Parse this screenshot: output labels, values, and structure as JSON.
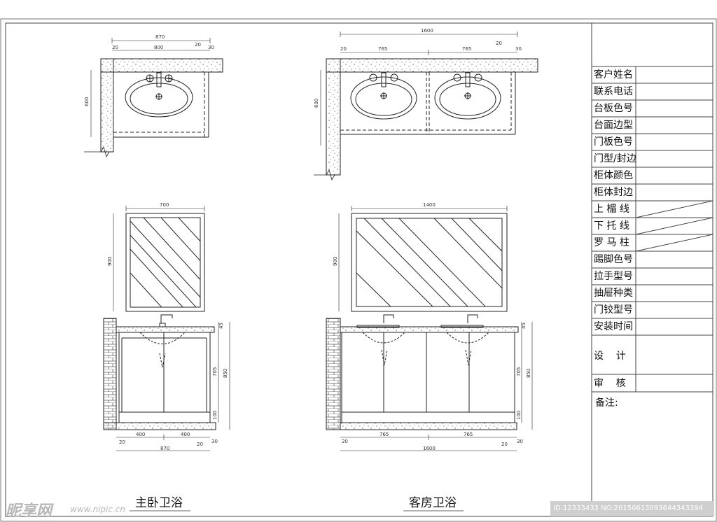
{
  "title_block": {
    "rows": [
      "客户姓名",
      "联系电话",
      "台板色号",
      "台面边型",
      "门板色号",
      "门型/封边",
      "柜体颜色",
      "柜体封边",
      "上 楣 线",
      "下 托 线",
      "罗 马 柱",
      "踢脚色号",
      "拉手型号",
      "抽屉种类",
      "门铰型号",
      "安装时间"
    ],
    "design": "设    计",
    "review": "审    核",
    "notes": "备注:"
  },
  "views": {
    "master": {
      "title": "主卧卫浴",
      "plan": {
        "total": "870",
        "inner": "800",
        "left": "20",
        "right_a": "20",
        "right_b": "30",
        "depth": "600"
      },
      "mirror": {
        "width": "700",
        "height": "900"
      },
      "elevation": {
        "top": "45",
        "body": "705",
        "total": "850",
        "base": "100",
        "left": "20",
        "half_a": "400",
        "half_b": "400",
        "right_a": "20",
        "right_b": "30",
        "total_w": "870"
      }
    },
    "guest": {
      "title": "客房卫浴",
      "plan": {
        "total": "1600",
        "inner_a": "765",
        "inner_b": "765",
        "left": "20",
        "right_a": "20",
        "right_b": "30",
        "depth": "600"
      },
      "mirror": {
        "width": "1400",
        "height": "900"
      },
      "elevation": {
        "top": "45",
        "body": "705",
        "total": "850",
        "base": "100",
        "left": "20",
        "half_a": "765",
        "half_b": "765",
        "right_a": "20",
        "right_b": "30",
        "total_w": "1600"
      }
    }
  },
  "watermark": {
    "logo": "昵享网",
    "url": "www.nipic.cn",
    "id": "ID:12333433 NO:20150613093644343394"
  }
}
